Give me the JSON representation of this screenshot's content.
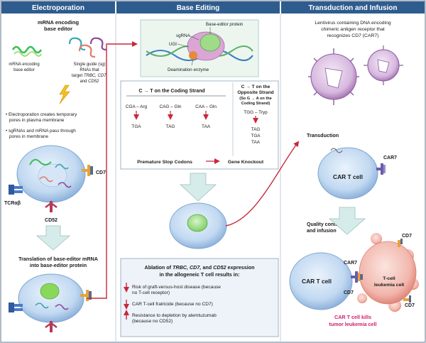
{
  "panels": {
    "electroporation": {
      "header": "Electroporation",
      "mrna_title_1": "mRNA encoding",
      "mrna_title_2": "base editor",
      "mrna_label_1": "mRNA encoding",
      "mrna_label_2": "base editor",
      "sg_label_1": "Single guide (sg)",
      "sg_label_2": "RNAs that",
      "sg_label_3_pre": "target ",
      "sg_label_3_genes": "TRBC, CD7,",
      "sg_label_4_pre": "and ",
      "sg_label_4_gene": "CD52",
      "bullet1_l1": "Electroporation creates temporary",
      "bullet1_l2": "pores in plasma membrane",
      "bullet2_l1": "sgRNAs and mRNA pass through",
      "bullet2_l2": "pores in membrane",
      "cd7": "CD7",
      "tcr": "TCRαβ",
      "cd52": "CD52",
      "translation_l1": "Translation of base-editor mRNA",
      "translation_l2": "into base-editor protein"
    },
    "base_editing": {
      "header": "Base Editing",
      "protein_label": "Base-editor protein",
      "sgrna": "sgRNA",
      "ugi": "UGI",
      "deaminase": "Deamination enzyme",
      "coding_title": "C → T on the Coding Strand",
      "codons": [
        {
          "from": "CGA – Arg",
          "to": "TGA"
        },
        {
          "from": "CAG – Gln",
          "to": "TAG"
        },
        {
          "from": "CAA – Gln",
          "to": "TAA"
        }
      ],
      "opp_title_1": "C → T on the",
      "opp_title_2": "Opposite Strand",
      "opp_title_3": "(So G → A on the",
      "opp_title_4": "Coding Strand)",
      "opp_from": "TGG – Tryp",
      "opp_to": [
        "TAG",
        "TGA",
        "TAA"
      ],
      "stop_codons": "Premature Stop Codons",
      "knockout": "Gene Knockout",
      "ablation_l1_pre": "Ablation of ",
      "ablation_l1_genes": "TRBC, CD7,",
      "ablation_l1_mid": " and ",
      "ablation_l1_gene3": "CD52",
      "ablation_l1_post": " expression",
      "ablation_l2": "in the allogeneic T cell results in:",
      "effects": [
        {
          "direction": "down",
          "l1": "Risk of graft-versus-host disease (because",
          "l2": "no T-cell receptor)"
        },
        {
          "direction": "down",
          "l1": "CAR T-cell fratricide (because no CD7)",
          "l2": ""
        },
        {
          "direction": "up",
          "l1": "Resistance to depletion by alemtuzumab",
          "l2": "(because no CD52)"
        }
      ]
    },
    "transduction": {
      "header": "Transduction and Infusion",
      "lenti_l1": "Lentivirus containing DNA encoding",
      "lenti_l2": "chimeric antigen receptor that",
      "lenti_l3": "recognizes CD7 (CAR7)",
      "transduction": "Transduction",
      "car7": "CAR7",
      "car_t_cell": "CAR T cell",
      "qc_l1": "Quality control",
      "qc_l2": "and infusion",
      "cd7": "CD7",
      "leukemia_l1": "T-cell",
      "leukemia_l2": "leukemia cell",
      "kills_l1": "CAR T cell kills",
      "kills_l2": "tumor leukemia cell"
    }
  },
  "colors": {
    "header": "#2e5c8e",
    "arrow_red": "#c8283c",
    "cell_blue": "#b9d3ef",
    "leukemia_pink": "#f0b0a8",
    "nucleus_green": "#9fdc8a",
    "big_arrow": "#d6ecea",
    "magenta_text": "#d0206e"
  }
}
